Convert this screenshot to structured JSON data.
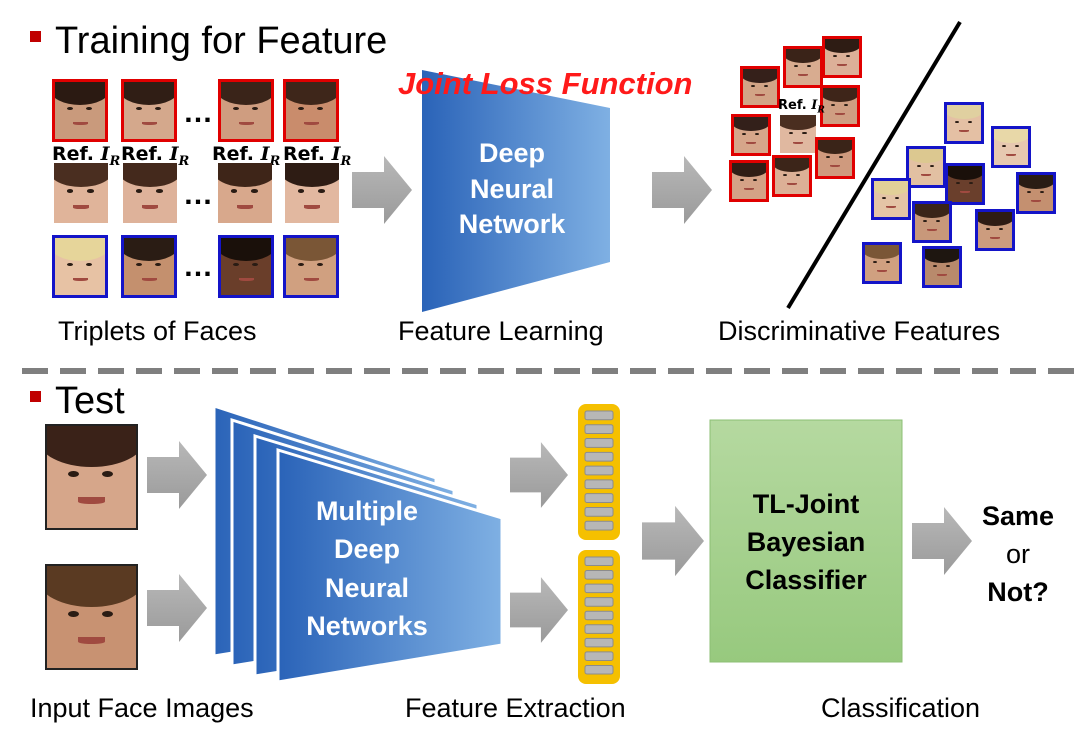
{
  "training": {
    "title": "Training for Feature",
    "loss_label": "Joint Loss Function",
    "network_label": [
      "Deep",
      "Neural",
      "Network"
    ],
    "captions": {
      "triplets": "Triplets of Faces",
      "feature_learning": "Feature Learning",
      "discriminative": "Discriminative Features"
    },
    "ref_text": "Ref.",
    "ref_symbol": "I",
    "ref_subscript": "R",
    "ellipsis": "…"
  },
  "test": {
    "title": "Test",
    "networks_label": [
      "Multiple",
      "Deep",
      "Neural",
      "Networks"
    ],
    "classifier_label": [
      "TL-Joint",
      "Bayesian",
      "Classifier"
    ],
    "result_label": [
      "Same",
      "or",
      "Not?"
    ],
    "captions": {
      "input": "Input Face Images",
      "extraction": "Feature Extraction",
      "classification": "Classification"
    }
  },
  "colors": {
    "accent_red": "#c00000",
    "red_frame": "#e00000",
    "blue_frame": "#1414c8",
    "network_blue": "#3f7ec8",
    "classifier_green": "#a4d08c",
    "feature_gold": "#f5c000",
    "arrow_gray": "#a6a6a6"
  }
}
